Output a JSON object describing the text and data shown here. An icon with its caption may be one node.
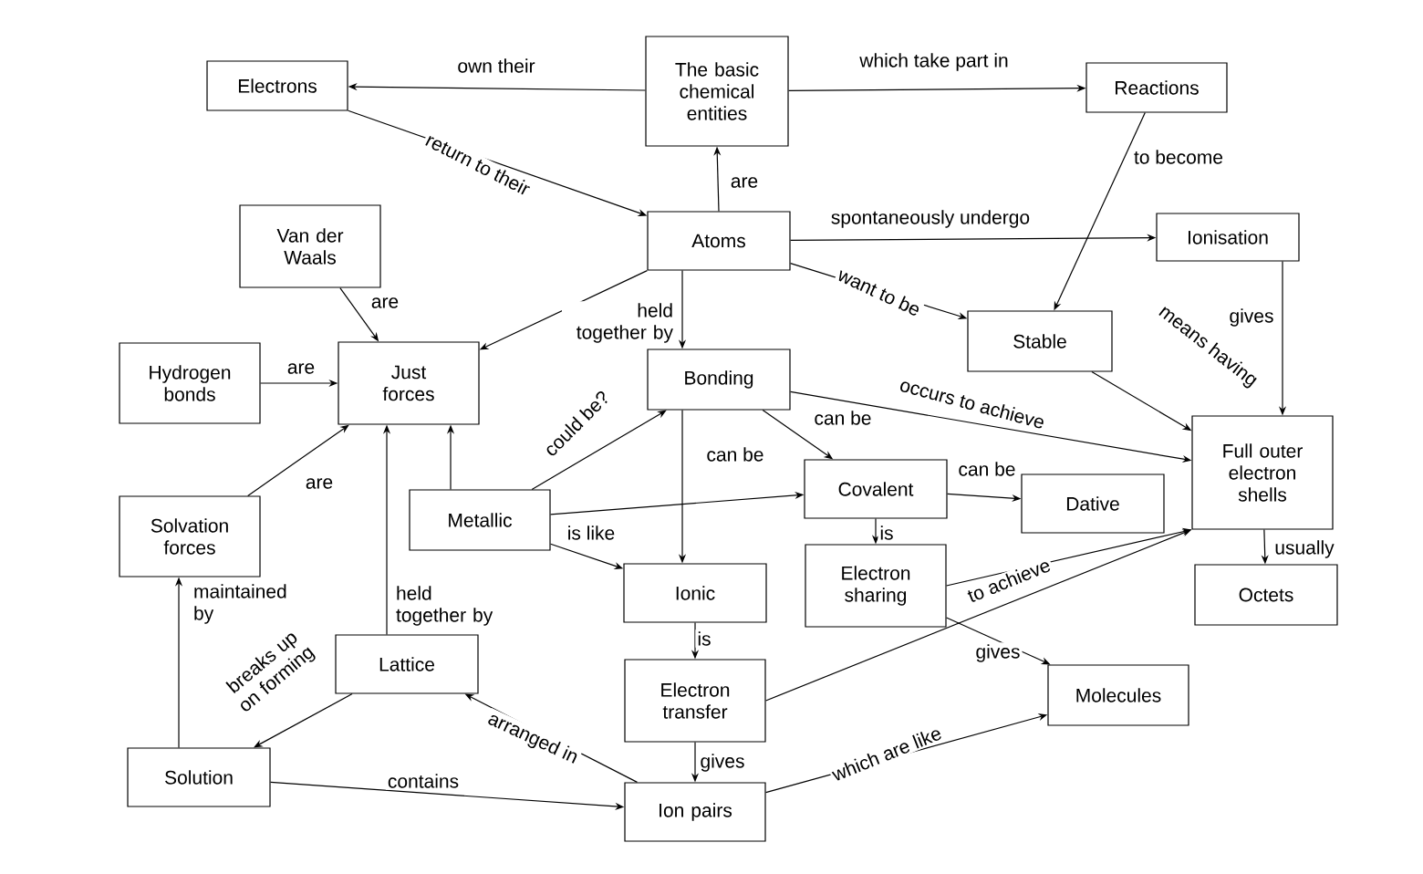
{
  "diagram": {
    "nodes": [
      {
        "text": [
          "Electrons"
        ]
      },
      {
        "text": [
          "The basic chemical entities"
        ]
      },
      {
        "text": [
          "Reactions"
        ]
      },
      {
        "text": [
          "Atoms"
        ]
      },
      {
        "text": [
          "Van der Waals"
        ]
      },
      {
        "text": [
          "Ionisation"
        ]
      },
      {
        "text": [
          "Hydrogen bonds"
        ]
      },
      {
        "text": [
          "Just forces"
        ]
      },
      {
        "text": [
          "Bonding"
        ]
      },
      {
        "text": [
          "Stable"
        ]
      },
      {
        "text": [
          "Full outer electron shells"
        ]
      },
      {
        "text": [
          "Metallic"
        ]
      },
      {
        "text": [
          "Covalent"
        ]
      },
      {
        "text": [
          "Dative"
        ]
      },
      {
        "text": [
          "Solvation forces"
        ]
      },
      {
        "text": [
          "Ionic"
        ]
      },
      {
        "text": [
          "Electron sharing"
        ]
      },
      {
        "text": [
          "Octets"
        ]
      },
      {
        "text": [
          "Lattice"
        ]
      },
      {
        "text": [
          "Electron transfer"
        ]
      },
      {
        "text": [
          "Molecules"
        ]
      },
      {
        "text": [
          "Solution"
        ]
      },
      {
        "text": [
          "Ion pairs"
        ]
      }
    ],
    "edges": [
      {
        "from": 1,
        "to": 0,
        "arrow": "to",
        "label": "own their"
      },
      {
        "from": 1,
        "to": 2,
        "arrow": "to",
        "label": "which take part in"
      },
      {
        "from": 0,
        "to": 3,
        "arrow": "to",
        "label": "return to their"
      },
      {
        "from": 3,
        "to": 1,
        "arrow": "to",
        "label": "are"
      },
      {
        "from": 3,
        "to": 5,
        "arrow": "to",
        "label": "spontaneously undergo"
      },
      {
        "from": 3,
        "to": 9,
        "arrow": "to",
        "label": "want to be"
      },
      {
        "from": 2,
        "to": 9,
        "arrow": "to",
        "label": "to become"
      },
      {
        "from": 3,
        "to": 7,
        "arrow": "to"
      },
      {
        "from": 3,
        "to": 8,
        "arrow": "to",
        "label": "held together by"
      },
      {
        "from": 4,
        "to": 7,
        "arrow": "to",
        "label": "are"
      },
      {
        "from": 6,
        "to": 7,
        "arrow": "to",
        "label": "are"
      },
      {
        "from": 5,
        "to": 10,
        "arrow": "to",
        "label": "gives"
      },
      {
        "from": 9,
        "to": 10,
        "arrow": "to",
        "label": "means having"
      },
      {
        "from": 8,
        "to": 10,
        "arrow": "to",
        "label": "occurs to achieve"
      },
      {
        "from": 8,
        "to": 12,
        "arrow": "to",
        "label": "can be"
      },
      {
        "from": 8,
        "to": 15,
        "arrow": "to",
        "label": "can be"
      },
      {
        "from": 11,
        "to": 8,
        "arrow": "to",
        "label": "could be?"
      },
      {
        "from": 11,
        "to": 7,
        "arrow": "to"
      },
      {
        "from": 11,
        "to": 12,
        "arrow": "to",
        "label": "is like"
      },
      {
        "from": 11,
        "to": 15,
        "arrow": "to"
      },
      {
        "from": 14,
        "to": 7,
        "arrow": "to",
        "label": "are"
      },
      {
        "from": 18,
        "to": 7,
        "arrow": "to",
        "label": "held together by"
      },
      {
        "from": 12,
        "to": 13,
        "arrow": "to",
        "label": "can be"
      },
      {
        "from": 12,
        "to": 16,
        "arrow": "to",
        "label": "is"
      },
      {
        "from": 16,
        "to": 10,
        "arrow": "to"
      },
      {
        "from": 19,
        "to": 10,
        "arrow": "to",
        "label": "to achieve"
      },
      {
        "from": 16,
        "to": 20,
        "arrow": "to",
        "label": "gives"
      },
      {
        "from": 10,
        "to": 17,
        "arrow": "to",
        "label": "usually"
      },
      {
        "from": 15,
        "to": 19,
        "arrow": "to",
        "label": "is"
      },
      {
        "from": 19,
        "to": 22,
        "arrow": "to",
        "label": "gives"
      },
      {
        "from": 21,
        "to": 14,
        "arrow": "to",
        "label": "maintained by"
      },
      {
        "from": 18,
        "to": 21,
        "arrow": "to",
        "label": "breaks up on forming"
      },
      {
        "from": 22,
        "to": 18,
        "arrow": "to",
        "label": "arranged in"
      },
      {
        "from": 21,
        "to": 22,
        "arrow": "to",
        "label": "contains"
      },
      {
        "from": 22,
        "to": 20,
        "arrow": "to",
        "label": "which are like"
      }
    ]
  }
}
